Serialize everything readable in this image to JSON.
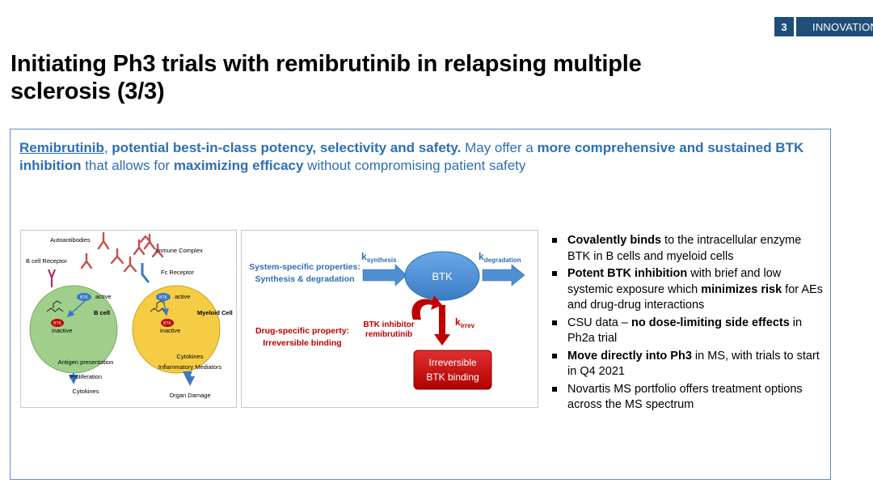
{
  "header": {
    "section_number": "3",
    "section_label": "INNOVATION",
    "title_line1": "Initiating Ph3 trials with remibrutinib in relapsing multiple",
    "title_line2": "sclerosis (3/3)"
  },
  "intro": {
    "drug": "Remibrutinib",
    "sep": ", ",
    "claim": "potential best-in-class potency, selectivity and safety.",
    "text1": " May offer a ",
    "bold1": "more comprehensive and sustained BTK inhibition",
    "text2": " that allows for ",
    "bold2": "maximizing efficacy",
    "text3": " without compromising patient safety"
  },
  "figure_left": {
    "autoantibodies": "Autoantibodies",
    "immune_complex": "Immune Complex",
    "b_cell_receptor": "B cell Receptor",
    "fc_receptor": "Fc Receptor",
    "btk": "BTK",
    "active": "active",
    "inactive": "inactive",
    "b_cell": "B cell",
    "myeloid_cell": "Myeloid Cell",
    "antigen_presentation": "Antigen presentation",
    "proliferation": "Proliferation",
    "cytokines": "Cytokines",
    "cytokines_right": "Cytokines",
    "inflammatory_mediators": "Inflammatory Mediators",
    "organ_damage": "Organ Damage",
    "colors": {
      "b_cell": "#9fcf8a",
      "myeloid": "#f5cd45",
      "btk_active": "#3a78c4",
      "btk_inactive": "#c00000",
      "antibody": "#c0504d"
    }
  },
  "figure_right": {
    "system_props_line1": "System-specific properties:",
    "system_props_line2": "Synthesis & degradation",
    "k_synthesis": "k",
    "k_synthesis_sub": "synthesis",
    "k_degradation": "k",
    "k_degradation_sub": "degradation",
    "btk": "BTK",
    "drug_props_line1": "Drug-specific property:",
    "drug_props_line2": "Irreversible binding",
    "inhibitor_line1": "BTK inhibitor",
    "inhibitor_line2": "remibrutinib",
    "k_irrev": "k",
    "k_irrev_sub": "irrev",
    "irreversible_line1": "Irreversible",
    "irreversible_line2": "BTK binding",
    "colors": {
      "arrow": "#4f8fd4",
      "btk": "#4a90d9",
      "red": "#c00000"
    }
  },
  "bullets": [
    {
      "bold": "Covalently binds",
      "text": " to the intracellular enzyme BTK in B cells and myeloid cells"
    },
    {
      "bold": "Potent BTK inhibition",
      "text": " with brief and low systemic exposure which ",
      "bold2": "minimizes risk",
      "text2": " for AEs and drug-drug interactions"
    },
    {
      "text_pre": "CSU data – ",
      "bold": "no dose-limiting side effects",
      "text": " in Ph2a trial"
    },
    {
      "bold": "Move directly into Ph3",
      "text": " in MS, with trials to start in Q4 2021"
    },
    {
      "text": "Novartis MS portfolio offers treatment options across the MS spectrum"
    }
  ]
}
